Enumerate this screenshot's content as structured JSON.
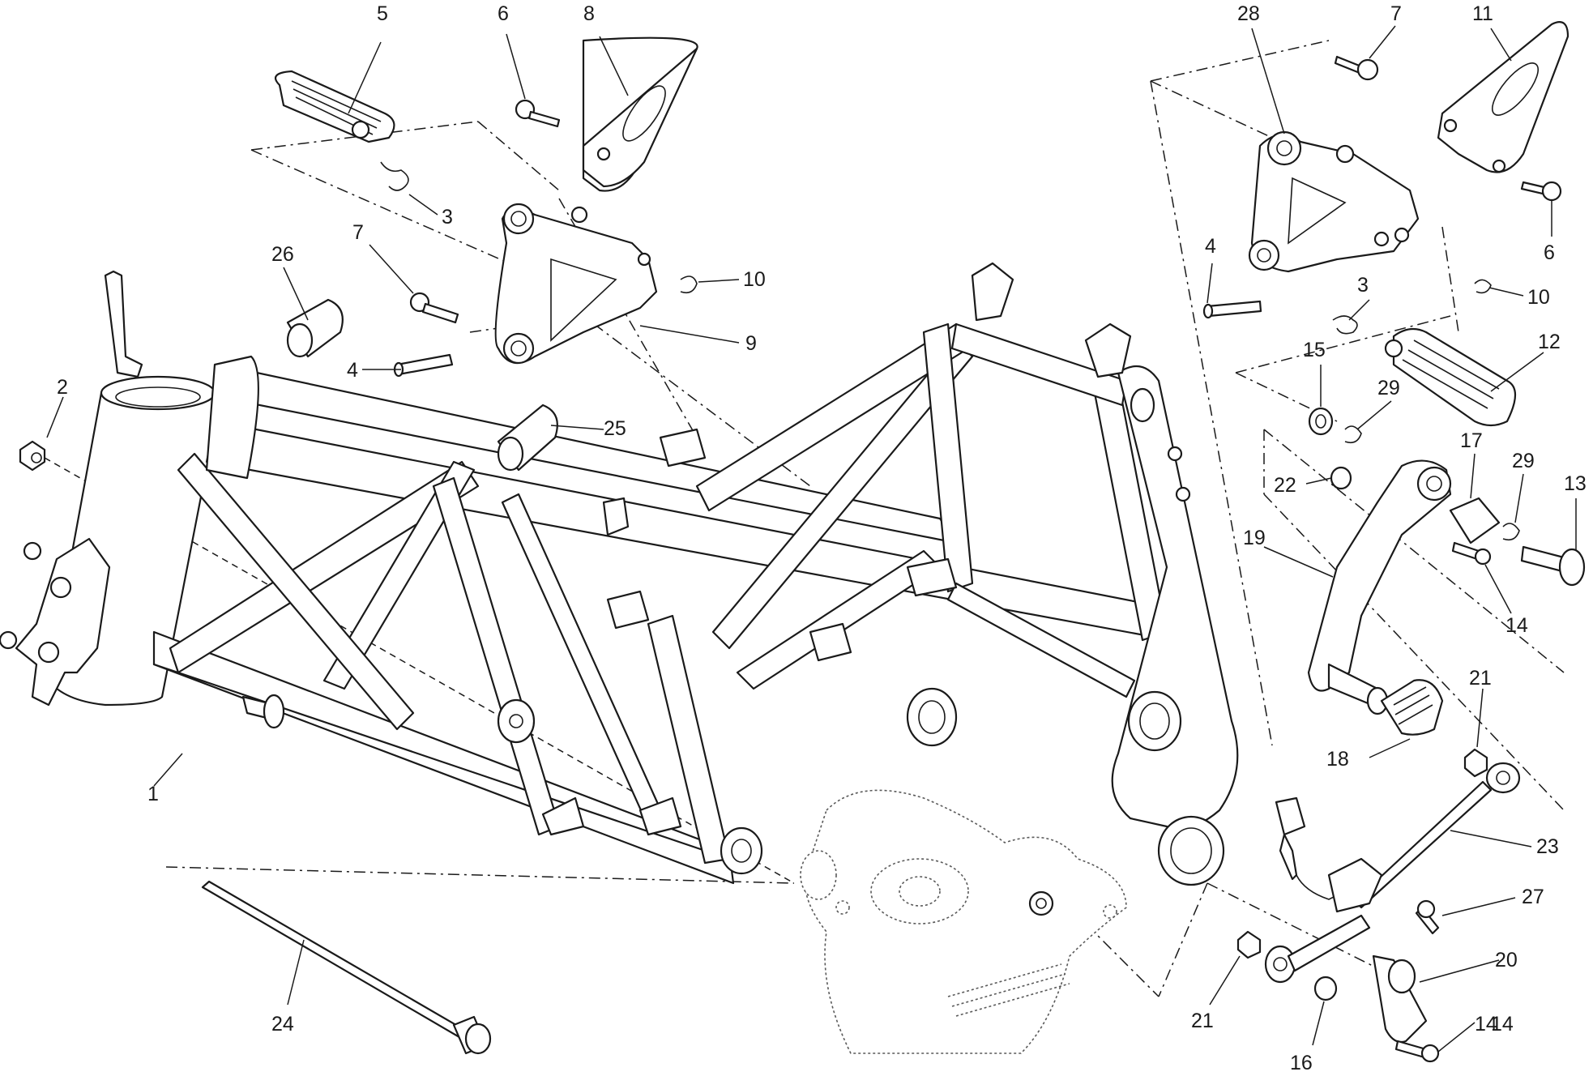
{
  "diagram": {
    "callouts": [
      "1",
      "2",
      "3",
      "3",
      "4",
      "4",
      "5",
      "6",
      "6",
      "7",
      "7",
      "8",
      "9",
      "10",
      "10",
      "11",
      "12",
      "13",
      "14",
      "14",
      "14",
      "15",
      "16",
      "17",
      "18",
      "19",
      "20",
      "21",
      "21",
      "22",
      "23",
      "24",
      "25",
      "26",
      "27",
      "28",
      "29",
      "29"
    ]
  }
}
